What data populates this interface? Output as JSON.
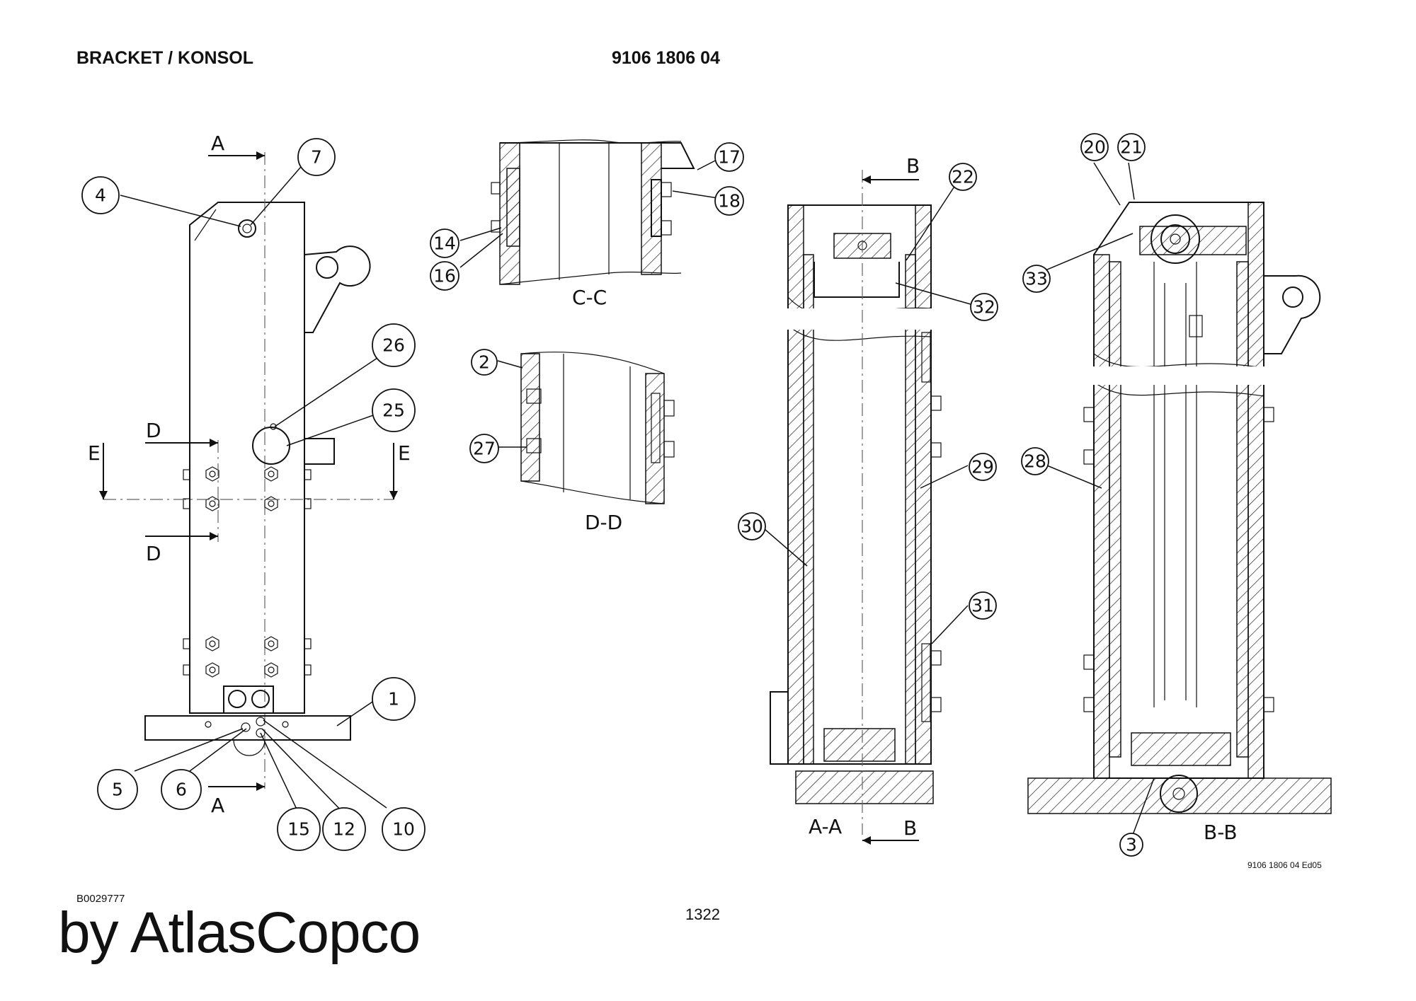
{
  "header": {
    "title": "BRACKET / KONSOL",
    "part_number": "9106 1806 04"
  },
  "footer": {
    "doc_id": "B0029777",
    "page": "1322",
    "brand": "by AtlasCopco",
    "edition": "9106 1806 04 Ed05"
  },
  "views": {
    "section_cc": "C-C",
    "section_dd": "D-D",
    "section_aa": "A-A",
    "section_bb": "B-B"
  },
  "section_markers": {
    "a": "A",
    "b": "B",
    "d": "D",
    "e": "E"
  },
  "callouts": {
    "c1": "1",
    "c2": "2",
    "c3": "3",
    "c4": "4",
    "c5": "5",
    "c6": "6",
    "c7": "7",
    "c10": "10",
    "c12": "12",
    "c14": "14",
    "c15": "15",
    "c16": "16",
    "c17": "17",
    "c18": "18",
    "c20": "20",
    "c21": "21",
    "c22": "22",
    "c25": "25",
    "c26": "26",
    "c27": "27",
    "c28": "28",
    "c29": "29",
    "c30": "30",
    "c31": "31",
    "c32": "32",
    "c33": "33"
  }
}
